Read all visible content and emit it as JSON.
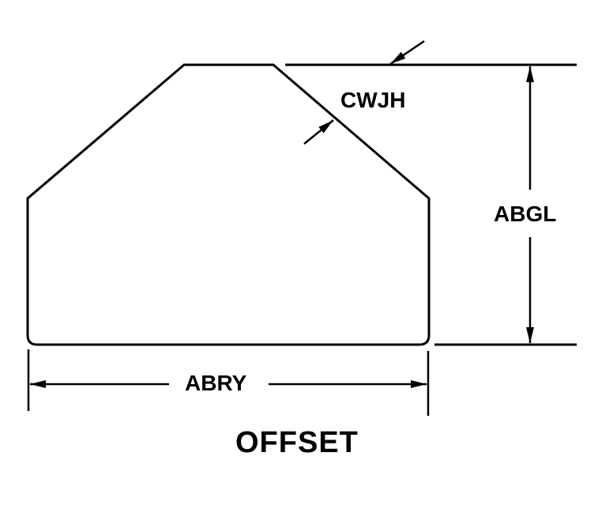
{
  "diagram": {
    "title": "OFFSET",
    "colors": {
      "line": "#000000",
      "background": "#ffffff"
    },
    "dimensions": {
      "thickness_label": "CWJH",
      "height_label": "ABGL",
      "width_label": "ABRY"
    },
    "shape": "Truncated pentagonal profile with chamfered top corners and rounded bottom corners"
  }
}
